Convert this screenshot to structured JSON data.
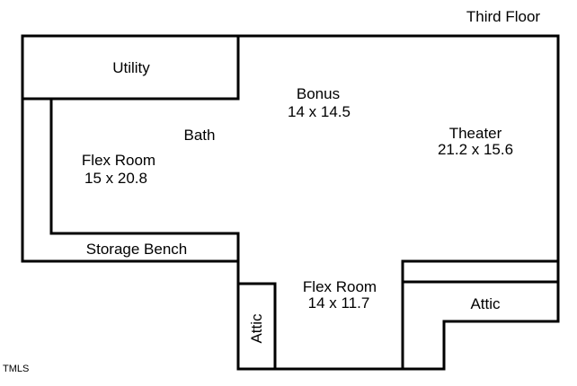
{
  "floor_title": "Third Floor",
  "watermark": "TMLS",
  "rooms": {
    "utility": {
      "name": "Utility"
    },
    "bonus": {
      "name": "Bonus",
      "size": "14 x 14.5"
    },
    "bath": {
      "name": "Bath"
    },
    "flex_room_left": {
      "name": "Flex Room",
      "size": "15 x 20.8"
    },
    "theater": {
      "name": "Theater",
      "size": "21.2 x 15.6"
    },
    "storage_bench": {
      "name": "Storage Bench"
    },
    "flex_room_bottom": {
      "name": "Flex Room",
      "size": "14 x 11.7"
    },
    "attic_left": {
      "name": "Attic"
    },
    "attic_right": {
      "name": "Attic"
    }
  }
}
